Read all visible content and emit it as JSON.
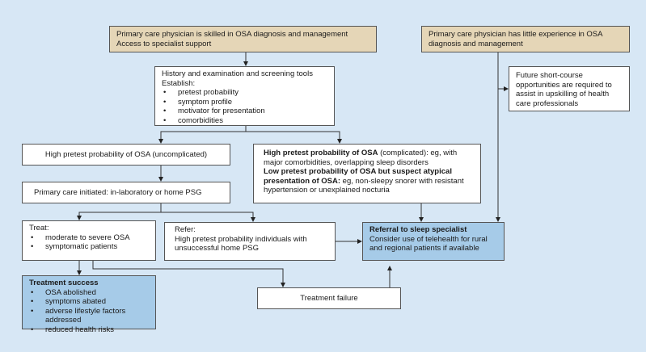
{
  "skilled": {
    "line1": "Primary care physician is skilled in OSA diagnosis and management",
    "line2": "Access to specialist support"
  },
  "little_experience": {
    "text": "Primary care physician has little experience in OSA diagnosis and management"
  },
  "future": {
    "text": "Future short-course opportunities are required to assist in upskilling of health care professionals"
  },
  "history": {
    "title": "History and examination and screening tools",
    "subtitle": "Establish:",
    "items": [
      "pretest probability",
      "symptom profile",
      "motivator for presentation",
      "comorbidities"
    ]
  },
  "uncomplicated": {
    "text": "High pretest probability of OSA (uncomplicated)"
  },
  "complicated": {
    "bold1": "High pretest probability of OSA",
    "text1": " (complicated): eg, with major comorbidities, overlapping sleep disorders",
    "bold2": "Low pretest probability of OSA but suspect atypical presentation of OSA:",
    "text2": " eg, non-sleepy snorer with resistant hypertension or unexplained nocturia"
  },
  "initiated": {
    "text": "Primary care initiated: in-laboratory or home PSG"
  },
  "treat": {
    "title": "Treat:",
    "items": [
      "moderate to severe OSA",
      "symptomatic patients"
    ]
  },
  "refer": {
    "title": "Refer:",
    "text": "High pretest probability individuals with unsuccessful home PSG"
  },
  "referral": {
    "title": "Referral to sleep specialist",
    "text": "Consider use of telehealth for rural and regional patients if available"
  },
  "success": {
    "title": "Treatment success",
    "items": [
      "OSA abolished",
      "symptoms abated",
      "adverse lifestyle factors addressed",
      "reduced health risks"
    ]
  },
  "failure": {
    "text": "Treatment failure"
  },
  "colors": {
    "background": "#d7e7f5",
    "tan": "#e5d6b7",
    "blue": "#a6cbe8"
  }
}
